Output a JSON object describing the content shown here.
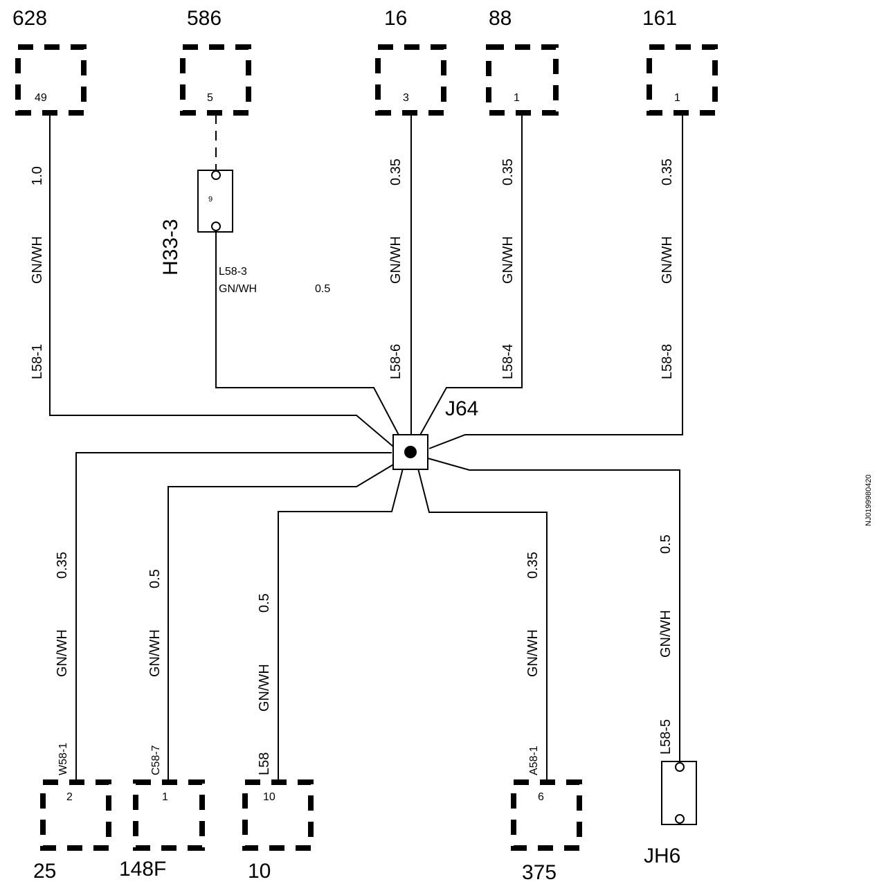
{
  "connectors": {
    "c628": {
      "label": "628",
      "pin": "49"
    },
    "c586": {
      "label": "586",
      "pin": "5"
    },
    "c16": {
      "label": "16",
      "pin": "3"
    },
    "c88": {
      "label": "88",
      "pin": "1"
    },
    "c161": {
      "label": "161",
      "pin": "1"
    },
    "c25": {
      "label": "25",
      "pin": "2"
    },
    "c148f": {
      "label": "148F",
      "pin": "1"
    },
    "c10": {
      "label": "10",
      "pin": "10"
    },
    "c375": {
      "label": "375",
      "pin": "6"
    }
  },
  "components": {
    "h33": {
      "label": "H33-3",
      "pin": "9"
    },
    "jh6": {
      "label": "JH6"
    },
    "j64": {
      "label": "J64"
    }
  },
  "wires": {
    "w628": {
      "size": "1.0",
      "color": "GN/WH",
      "id": "L58-1"
    },
    "wh33": {
      "id": "L58-3",
      "color": "GN/WH",
      "size": "0.5"
    },
    "w16": {
      "size": "0.35",
      "color": "GN/WH",
      "id": "L58-6"
    },
    "w88": {
      "size": "0.35",
      "color": "GN/WH",
      "id": "L58-4"
    },
    "w161": {
      "size": "0.35",
      "color": "GN/WH",
      "id": "L58-8"
    },
    "w25": {
      "size": "0.35",
      "color": "GN/WH",
      "id": "W58-1"
    },
    "w148f": {
      "size": "0.5",
      "color": "GN/WH",
      "id": "C58-7"
    },
    "w10": {
      "size": "0.5",
      "color": "GN/WH",
      "id": "L58"
    },
    "w375": {
      "size": "0.35",
      "color": "GN/WH",
      "id": "A58-1"
    },
    "wjh6": {
      "size": "0.5",
      "color": "GN/WH",
      "id": "L58-5"
    }
  },
  "figure_id": "NJ0199980420"
}
